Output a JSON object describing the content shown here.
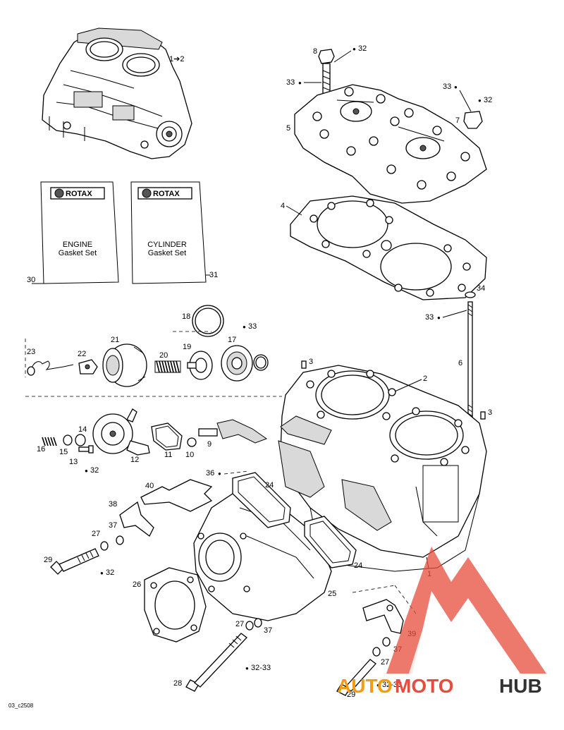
{
  "kits": {
    "brand": "ROTAX",
    "engine": {
      "line1": "ENGINE",
      "line2": "Gasket Set",
      "ref": "30"
    },
    "cylinder": {
      "line1": "CYLINDER",
      "line2": "Gasket Set",
      "ref": "31"
    }
  },
  "callouts": {
    "c1to2": "1➔2",
    "c2": "2",
    "c3a": "3",
    "c3b": "3",
    "c4": "4",
    "c5": "5",
    "c6": "6",
    "c7": "7",
    "c8": "8",
    "c9": "9",
    "c10": "10",
    "c11": "11",
    "c12": "12",
    "c13": "13",
    "c14": "14",
    "c15": "15",
    "c16": "16",
    "c17": "17",
    "c18": "18",
    "c19": "19",
    "c20": "20",
    "c21": "21",
    "c22": "22",
    "c23": "23",
    "c24a": "24",
    "c24b": "24",
    "c25": "25",
    "c26": "26",
    "c27a": "27",
    "c27b": "27",
    "c27c": "27",
    "c28": "28",
    "c29a": "29",
    "c29b": "29",
    "c36": "36",
    "c37a": "37",
    "c37b": "37",
    "c37c": "37",
    "c38": "38",
    "c39": "39",
    "c40": "40",
    "c34": "34",
    "c1": "1"
  },
  "fasteners": {
    "f32a": "32",
    "f33a": "33",
    "f33b": "33",
    "f32b": "32",
    "f33c": "33",
    "f33d": "33",
    "f32c": "32",
    "f32d": "32",
    "f3233a": "32-33",
    "f3233b": "32-33"
  },
  "figure_code": "03_c2508",
  "watermark": {
    "part1": "AUTO",
    "part2": "MOTO",
    "part3": "HUB",
    "color_accent": "#f39c12",
    "color_brand": "#e74c3c",
    "color_text": "#333333"
  }
}
